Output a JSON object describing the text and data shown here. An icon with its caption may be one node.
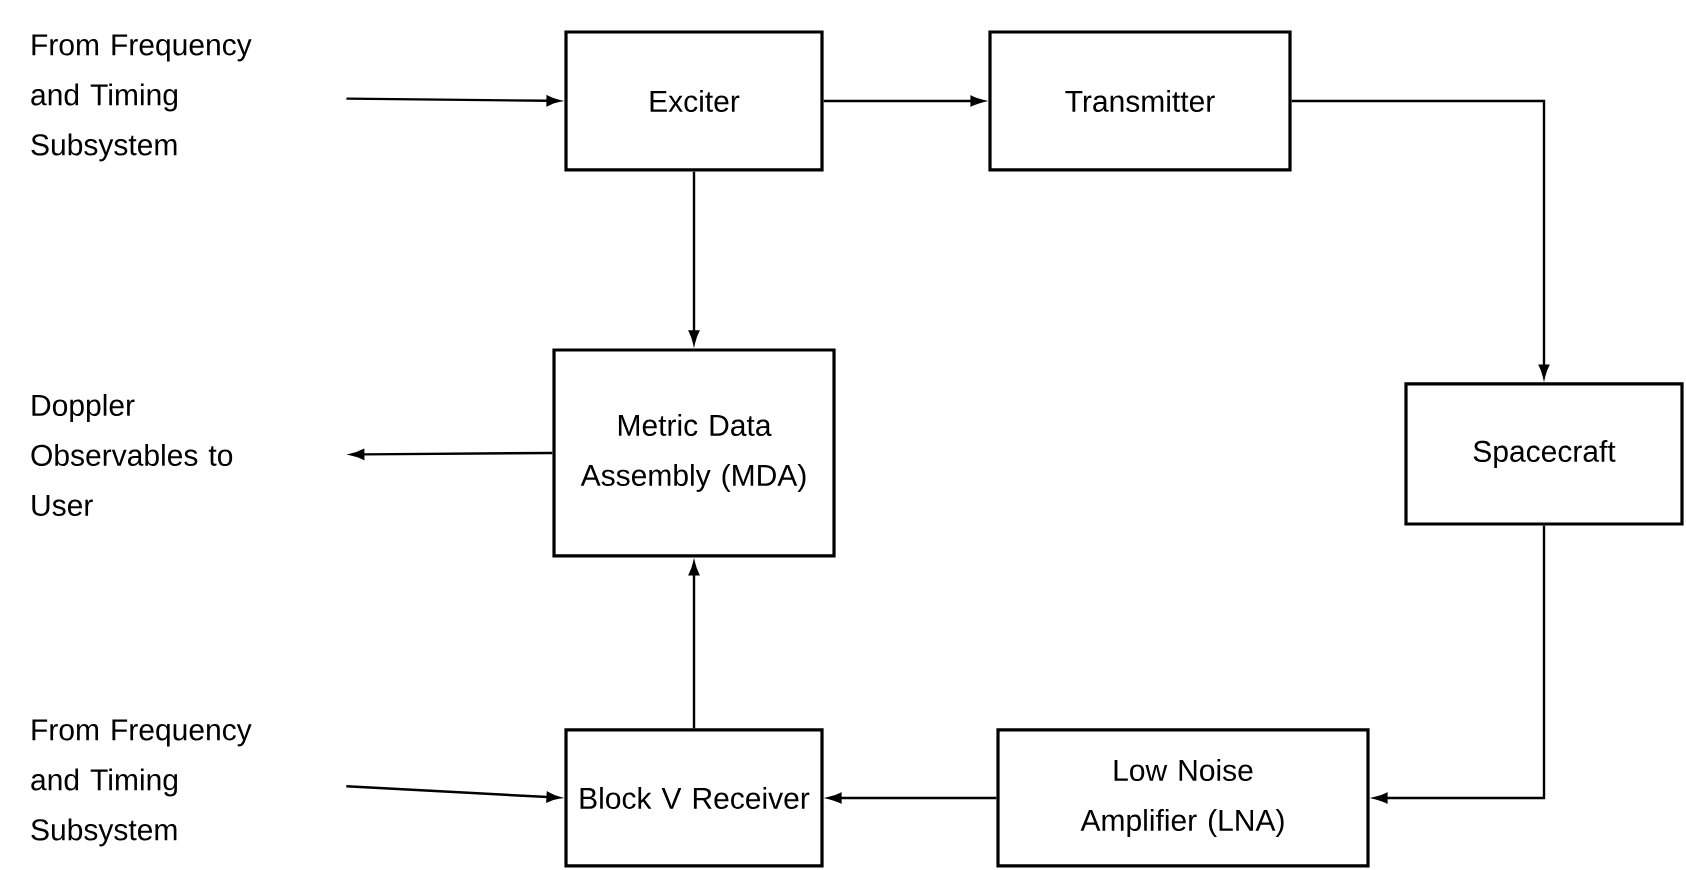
{
  "diagram": {
    "nodes": [
      {
        "text": [
          "From Frequency and Timing Subsystem"
        ]
      },
      {
        "text": [
          "Exciter"
        ]
      },
      {
        "text": [
          "Transmitter"
        ]
      },
      {
        "text": [
          "Doppler Observables to User"
        ]
      },
      {
        "text": [
          "Metric Data Assembly (MDA)"
        ]
      },
      {
        "text": [
          "Spacecraft"
        ]
      },
      {
        "text": [
          "From Frequency and Timing Subsystem"
        ]
      },
      {
        "text": [
          "Block V Receiver"
        ]
      },
      {
        "text": [
          "Low Noise Amplifier (LNA)"
        ]
      }
    ],
    "edges": [
      {
        "from": 0,
        "to": 1,
        "arrow": "to"
      },
      {
        "from": 1,
        "to": 2,
        "arrow": "to"
      },
      {
        "from": 2,
        "to": 5,
        "arrow": "to"
      },
      {
        "from": 1,
        "to": 4,
        "arrow": "to"
      },
      {
        "from": 4,
        "to": 3,
        "arrow": "to"
      },
      {
        "from": 5,
        "to": 8,
        "arrow": "to"
      },
      {
        "from": 6,
        "to": 7,
        "arrow": "to"
      },
      {
        "from": 8,
        "to": 7,
        "arrow": "to"
      },
      {
        "from": 7,
        "to": 4,
        "arrow": "to"
      }
    ]
  }
}
